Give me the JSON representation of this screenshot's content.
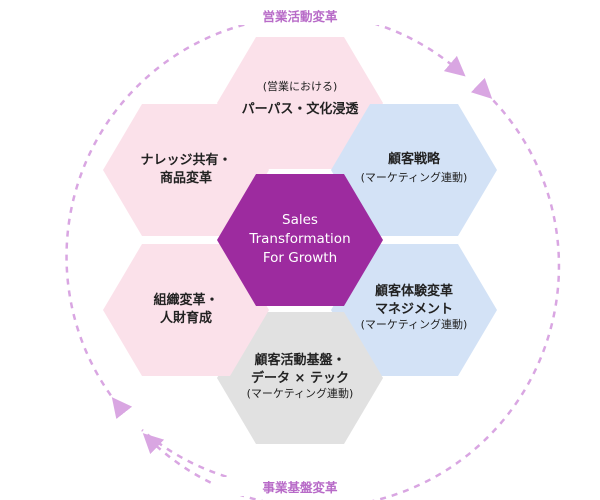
{
  "ring": {
    "top_label": "営業活動変革",
    "bottom_label": "事業基盤変革",
    "arrow_color": "#d9a6e2"
  },
  "center": {
    "lines": [
      "Sales",
      "Transformation",
      "For Growth"
    ],
    "color": "#9d2b9f"
  },
  "hexes": {
    "top": {
      "sub": "(営業における)",
      "title": "パーパス・文化浸透",
      "color": "#fbe1ea"
    },
    "upper_right": {
      "title": "顧客戦略",
      "sub": "(マーケティング連動)",
      "color": "#d3e2f6"
    },
    "lower_right": {
      "title_1": "顧客体験変革",
      "title_2": "マネジメント",
      "sub": "(マーケティング連動)",
      "color": "#d3e2f6"
    },
    "bottom": {
      "title_1": "顧客活動基盤・",
      "title_2": "データ × テック",
      "sub": "(マーケティング連動)",
      "color": "#e1e1e1"
    },
    "lower_left": {
      "title_1": "組織変革・",
      "title_2": "人財育成",
      "color": "#fbe1ea"
    },
    "upper_left": {
      "title_1": "ナレッジ共有・",
      "title_2": "商品変革",
      "color": "#fbe1ea"
    }
  }
}
